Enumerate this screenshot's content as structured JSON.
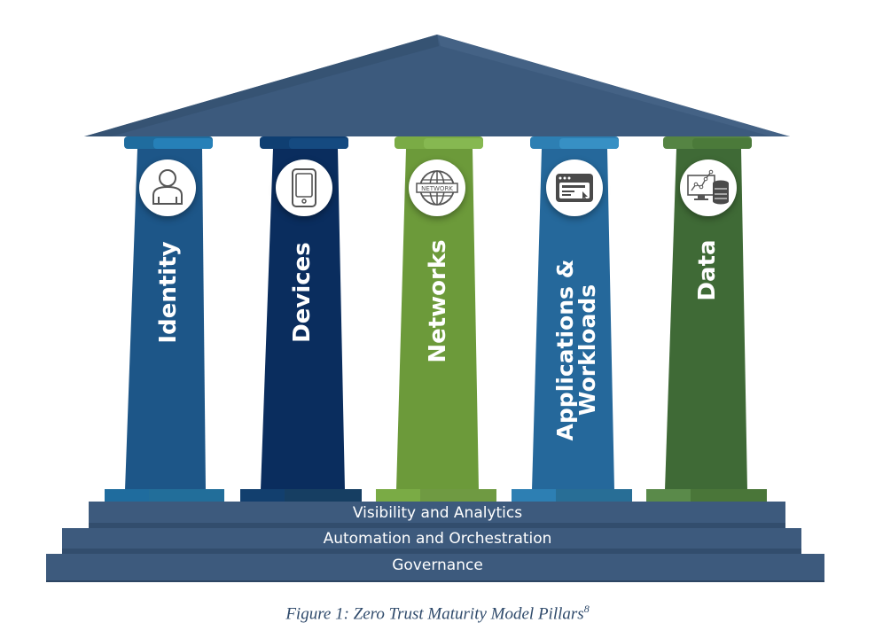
{
  "diagram": {
    "roof": {
      "color": "#3c5a7d",
      "shade": "#33506f"
    },
    "pillars": [
      {
        "id": "identity",
        "label": "Identity",
        "icon": "person-icon",
        "color": "#1d5688",
        "capital": "#1f6c9e",
        "base": "#1f6c9e"
      },
      {
        "id": "devices",
        "label": "Devices",
        "icon": "mobile-device-icon",
        "color": "#0a2d5e",
        "capital": "#0f3f72",
        "base": "#123f6e"
      },
      {
        "id": "networks",
        "label": "Networks",
        "icon": "network-globe-icon",
        "icon_text": "NETWORK",
        "color": "#6c9a3a",
        "capital": "#7aab45",
        "base": "#7aab45"
      },
      {
        "id": "applications",
        "label_line1": "Applications &",
        "label_line2": "Workloads",
        "icon": "application-window-icon",
        "color": "#25689b",
        "capital": "#2d7fb3",
        "base": "#2d7fb3"
      },
      {
        "id": "data",
        "label": "Data",
        "icon": "data-analytics-database-icon",
        "color": "#3f6a36",
        "capital": "#558443",
        "base": "#4f7c40"
      }
    ],
    "steps": [
      {
        "label": "Visibility and Analytics"
      },
      {
        "label": "Automation and Orchestration"
      },
      {
        "label": "Governance"
      }
    ],
    "step_color": "#3d5a7d"
  },
  "caption": {
    "text": "Figure 1: Zero Trust Maturity Model Pillars",
    "footnote": "8"
  }
}
